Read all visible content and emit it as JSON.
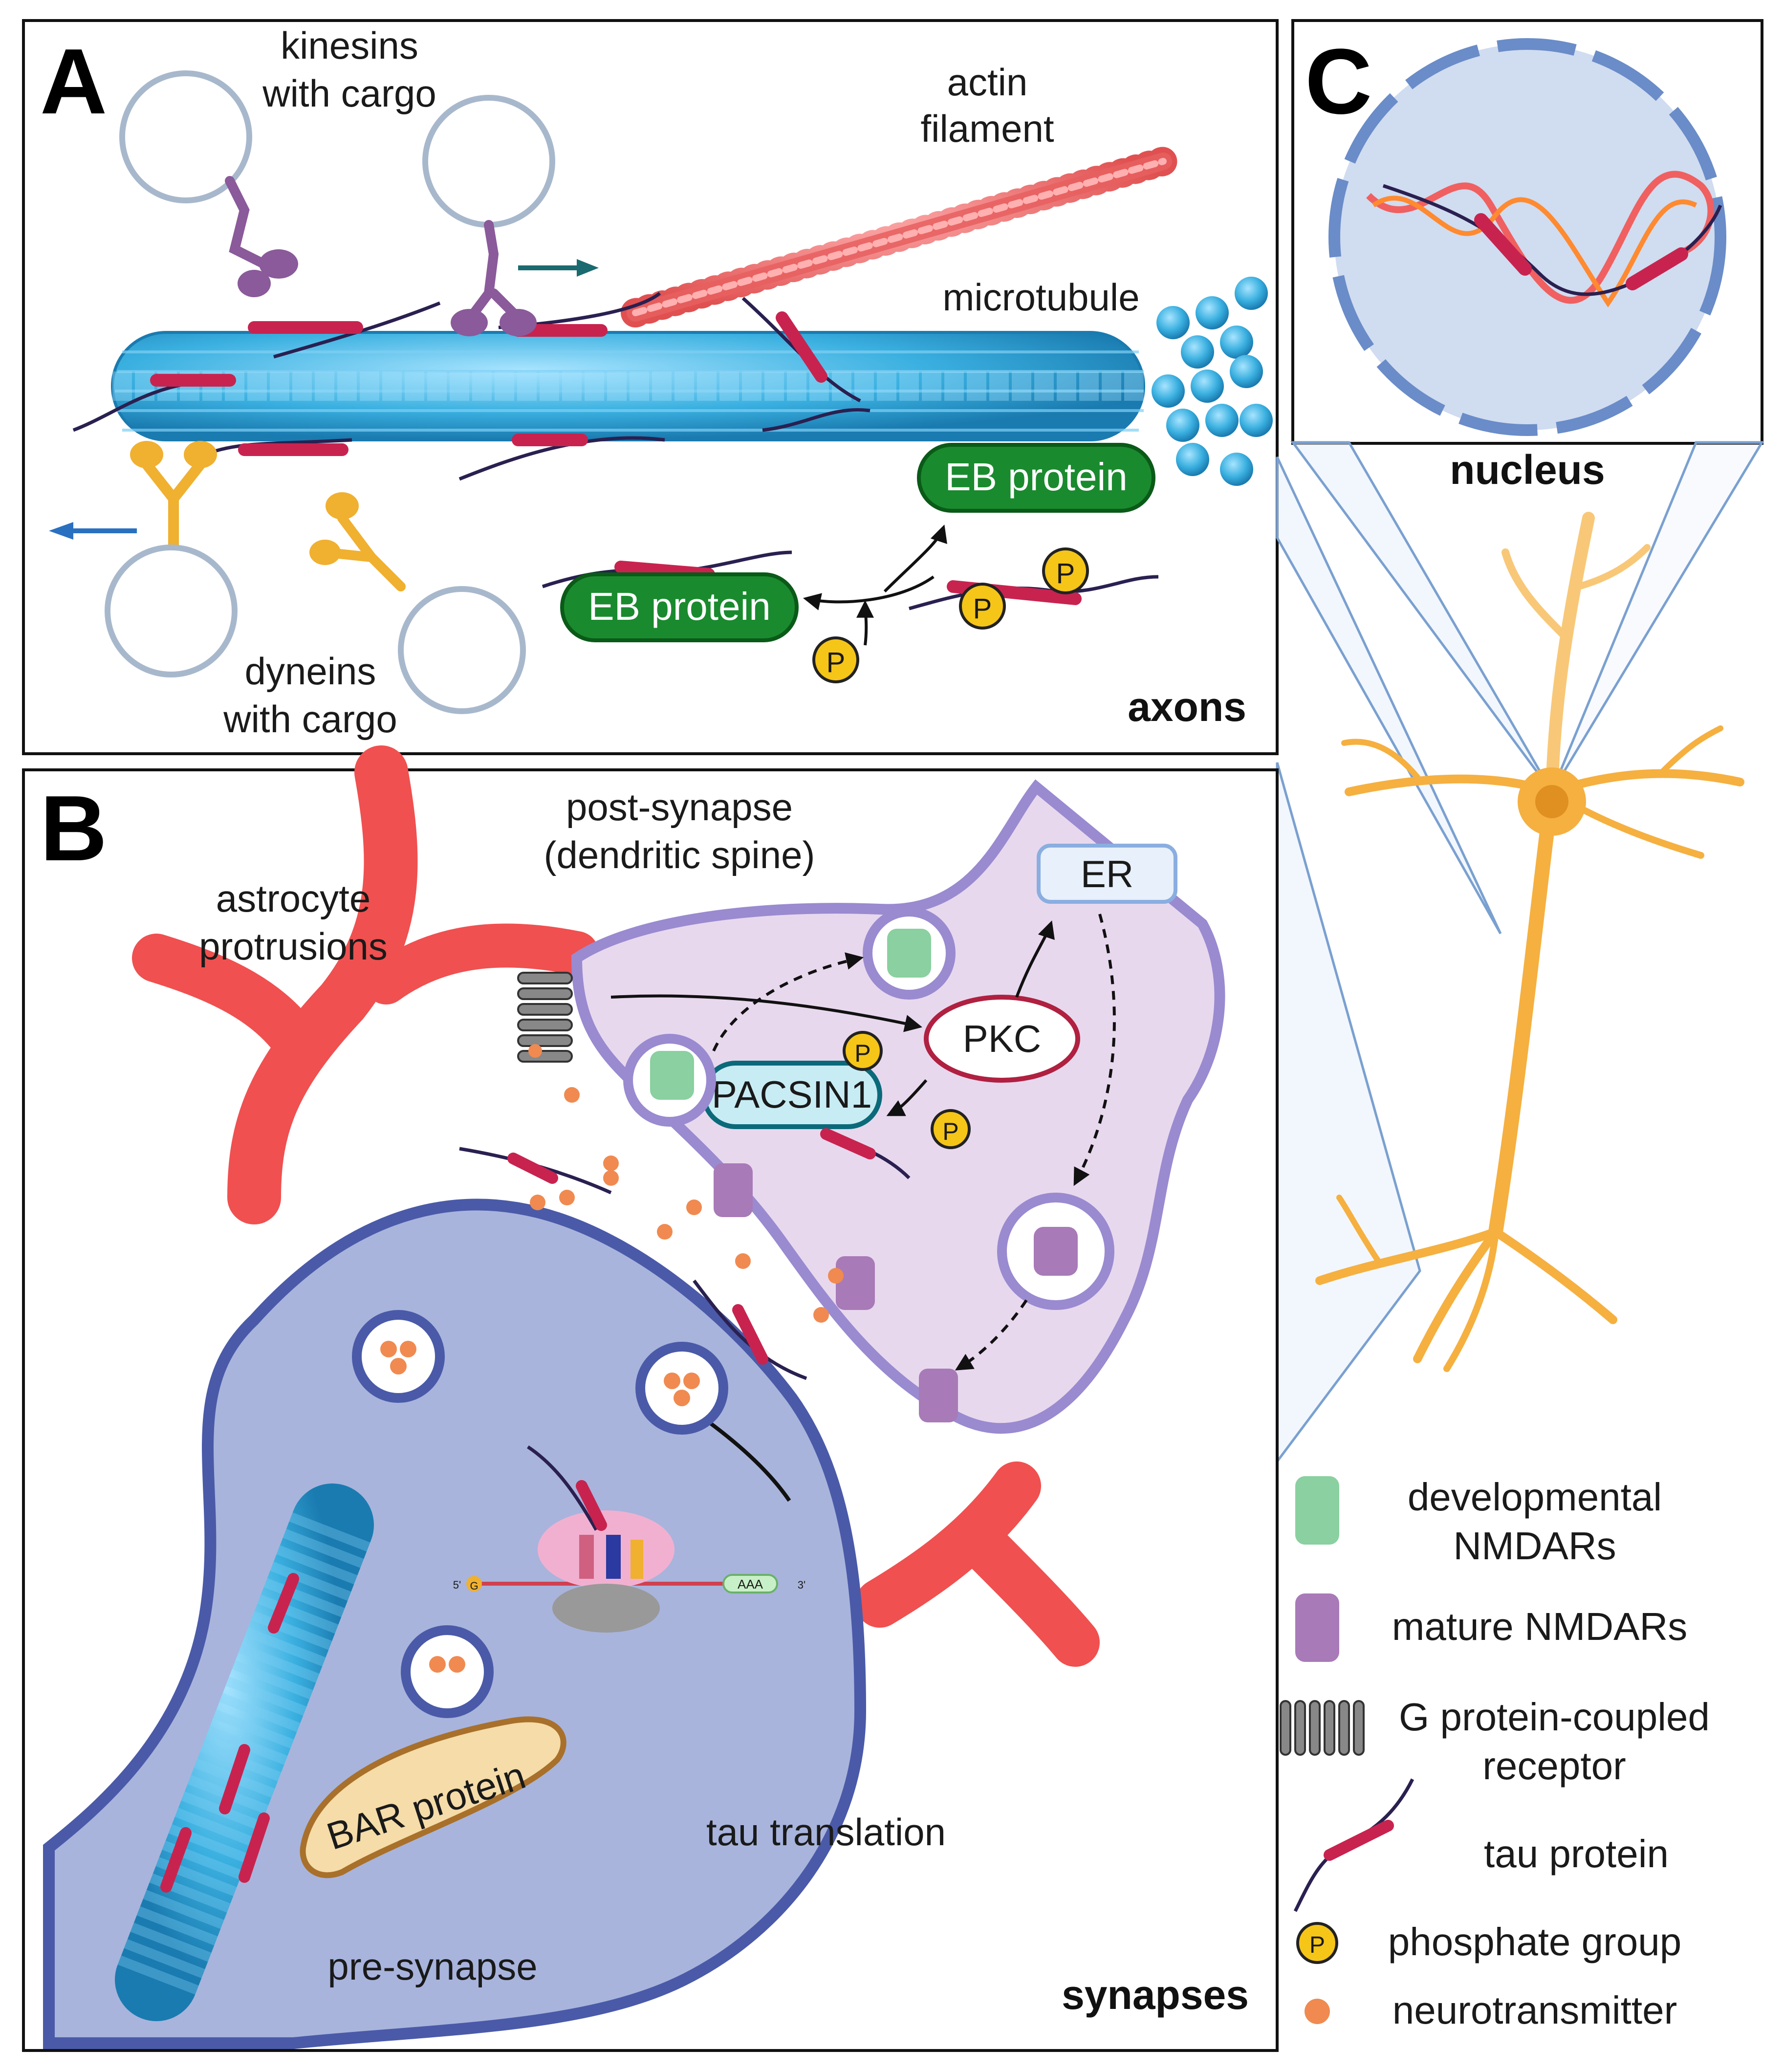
{
  "panels": {
    "a": {
      "letter": "A",
      "region_label": "axons",
      "kinesins_line1": "kinesins",
      "kinesins_line2": "with cargo",
      "actin_line1": "actin",
      "actin_line2": "filament",
      "microtubule": "microtubule",
      "eb_protein_bound": "EB protein",
      "eb_protein_free": "EB protein",
      "dyneins_line1": "dyneins",
      "dyneins_line2": "with cargo",
      "phosphate_symbol": "P"
    },
    "b": {
      "letter": "B",
      "region_label": "synapses",
      "post_synapse_line1": "post-synapse",
      "post_synapse_line2": "(dendritic spine)",
      "astrocyte_line1": "astrocyte",
      "astrocyte_line2": "protrusions",
      "er": "ER",
      "pkc": "PKC",
      "pacsin1": "PACSIN1",
      "bar_protein": "BAR protein",
      "tau_translation": "tau translation",
      "pre_synapse": "pre-synapse",
      "mrna_5prime": "5'",
      "mrna_cap": "G",
      "mrna_tail": "AAA",
      "mrna_3prime": "3'"
    },
    "c": {
      "letter": "C",
      "region_label": "nucleus"
    }
  },
  "legend": [
    {
      "icon": "developmental-nmdar-icon",
      "line1": "developmental",
      "line2": "NMDARs"
    },
    {
      "icon": "mature-nmdar-icon",
      "line1": "mature NMDARs",
      "line2": ""
    },
    {
      "icon": "gpcr-icon",
      "line1": "G protein-coupled",
      "line2": "receptor"
    },
    {
      "icon": "tau-protein-icon",
      "line1": "tau protein",
      "line2": ""
    },
    {
      "icon": "phosphate-icon",
      "line1": "phosphate group",
      "line2": ""
    },
    {
      "icon": "neurotransmitter-icon",
      "line1": "neurotransmitter",
      "line2": ""
    }
  ],
  "colors": {
    "microtubule": "#3ab0e0",
    "actin": "#f07070",
    "tau": "#c8234f",
    "eb_protein": "#1a8a2e",
    "kinesin": "#8a5a9a",
    "dynein": "#f0b030",
    "phosphate": "#f5c518",
    "neurotransmitter": "#f08a50",
    "astrocyte": "#f05050",
    "post_synapse": "#e8d8ee",
    "pre_synapse": "#a8b4dc",
    "neuron": "#f5b040",
    "nucleus": "#d0dcf0"
  }
}
